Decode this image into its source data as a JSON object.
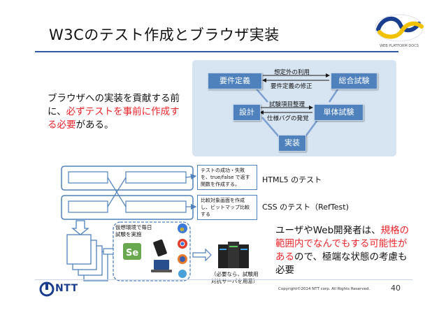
{
  "slide": {
    "title": "W3Cのテスト作成とブラウザ実装",
    "page_number": "40",
    "copyright": "Copyright©2014 NTT corp. All Rights Reserved."
  },
  "logo": {
    "caption": "WEB PLATFORM DOCS"
  },
  "intro": {
    "part1": "ブラウザへの実装を貢献する前に、",
    "part2_red": "必ずテストを事前に作成する必要",
    "part3": "がある。"
  },
  "flow": {
    "requirements": "要件定義",
    "integration": "総合試験",
    "design": "設計",
    "unit_test": "単体試験",
    "implementation": "実装",
    "label_usage": "想定外の利用",
    "label_fix_req": "要件定義の修正",
    "label_organize": "試験項目整理",
    "label_bug": "仕様バグの発覚"
  },
  "notes": {
    "html5_note": "テストの成功・失敗を、true/false で返す関数を作成する。",
    "css_note": "比較対象画面を作成し、ビットマップ比較する"
  },
  "tests": {
    "html5": "HTML5 のテスト",
    "css": "CSS のテスト（RefTest)"
  },
  "vm": {
    "line1": "仮想環境で毎日",
    "line2": "試験を実施"
  },
  "server": {
    "line1": "（必要なら、試験用",
    "line2": "対抗サーバを用意）"
  },
  "conclusion": {
    "part1": "ユーザやWeb開発者は、",
    "part2_red": "規格の範囲内でなんでもする可能性がある",
    "part3": "ので、極端な状態の考慮も必要"
  },
  "brand": {
    "ntt": "NTT"
  },
  "colors": {
    "accent": "#4f81bd",
    "red": "#e8242a",
    "panel": "#d7e4f2",
    "title_rule": "#2e5aa8"
  }
}
